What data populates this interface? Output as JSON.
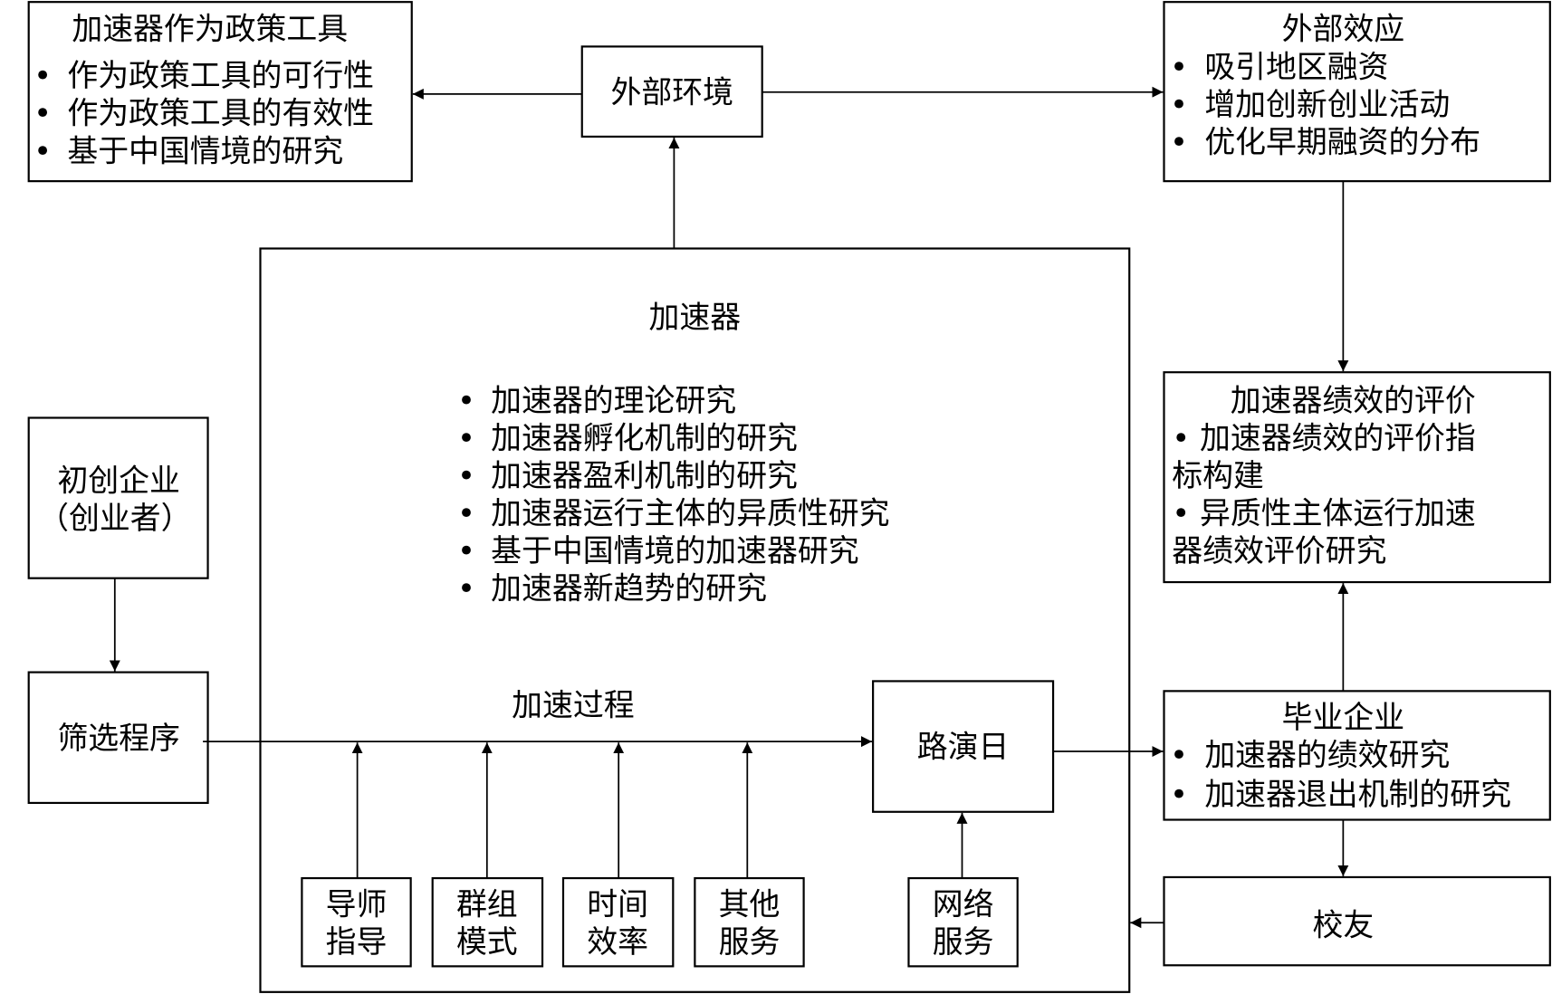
{
  "diagram": {
    "policy_tool": {
      "title": "加速器作为政策工具",
      "items": [
        "作为政策工具的可行性",
        "作为政策工具的有效性",
        "基于中国情境的研究"
      ]
    },
    "external_environment": {
      "label": "外部环境"
    },
    "external_effects": {
      "title": "外部效应",
      "items": [
        "吸引地区融资",
        "增加创新创业活动",
        "优化早期融资的分布"
      ]
    },
    "accelerator": {
      "title": "加速器",
      "items": [
        "加速器的理论研究",
        "加速器孵化机制的研究",
        "加速器盈利机制的研究",
        "加速器运行主体的异质性研究",
        "基于中国情境的加速器研究",
        "加速器新趋势的研究"
      ],
      "process_label": "加速过程",
      "demo_day": "路演日",
      "services": [
        {
          "line1": "导师",
          "line2": "指导"
        },
        {
          "line1": "群组",
          "line2": "模式"
        },
        {
          "line1": "时间",
          "line2": "效率"
        },
        {
          "line1": "其他",
          "line2": "服务"
        }
      ],
      "network_service": {
        "line1": "网络",
        "line2": "服务"
      }
    },
    "startup": {
      "line1": "初创企业",
      "line2": "（创业者）"
    },
    "screening": {
      "label": "筛选程序"
    },
    "performance_evaluation": {
      "title": "加速器绩效的评价",
      "lines": [
        "• 加速器绩效的评价指",
        "标构建",
        "• 异质性主体运行加速",
        "器绩效评价研究"
      ]
    },
    "graduates": {
      "title": "毕业企业",
      "items": [
        "加速器的绩效研究",
        "加速器退出机制的研究"
      ]
    },
    "alumni": {
      "label": "校友"
    },
    "bullet": "•"
  }
}
